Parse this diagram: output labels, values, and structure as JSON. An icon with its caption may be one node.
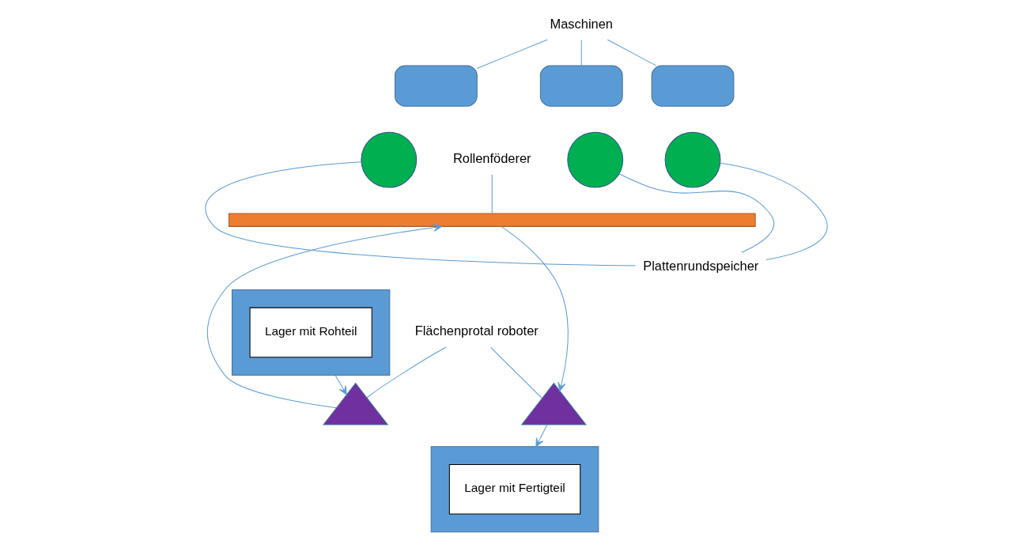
{
  "diagram": {
    "nodes": [
      {
        "text": [
          "Maschinen"
        ]
      },
      {
        "text": [],
        "shape": "box"
      },
      {
        "text": [],
        "shape": "box"
      },
      {
        "text": [],
        "shape": "box"
      },
      {
        "text": [
          "Rollenföderer"
        ]
      },
      {
        "text": [],
        "shape": "bar"
      },
      {
        "text": [],
        "shape": "circle"
      },
      {
        "text": [],
        "shape": "circle"
      },
      {
        "text": [],
        "shape": "circle"
      },
      {
        "text": [
          "Plattenrundspeicher"
        ]
      },
      {
        "text": [],
        "shape": "triangle"
      },
      {
        "text": [],
        "shape": "triangle"
      },
      {
        "text": [
          "Flächenprotal roboter"
        ]
      },
      {
        "text": [],
        "shape": "box"
      },
      {
        "text": [
          "Lager mit Rohteil"
        ],
        "in": 13
      },
      {
        "text": [],
        "shape": "box"
      },
      {
        "text": [
          "Lager mit Fertigteil"
        ],
        "in": 15
      }
    ],
    "edges": [
      {
        "from": 0,
        "to": 1,
        "arrow": "none"
      },
      {
        "from": 0,
        "to": 2,
        "arrow": "none"
      },
      {
        "from": 0,
        "to": 3,
        "arrow": "none"
      },
      {
        "from": 4,
        "to": 5,
        "arrow": "none"
      },
      {
        "from": 9,
        "to": 6,
        "arrow": "none"
      },
      {
        "from": 9,
        "to": 7,
        "arrow": "none"
      },
      {
        "from": 9,
        "to": 8,
        "arrow": "none"
      },
      {
        "from": 12,
        "to": 10,
        "arrow": "none"
      },
      {
        "from": 12,
        "to": 11,
        "arrow": "none"
      },
      {
        "from": 13,
        "to": 10,
        "arrow": "to"
      },
      {
        "from": 10,
        "to": 5,
        "arrow": "to"
      },
      {
        "from": 5,
        "to": 11,
        "arrow": "to"
      },
      {
        "from": 11,
        "to": 15,
        "arrow": "to"
      }
    ]
  }
}
